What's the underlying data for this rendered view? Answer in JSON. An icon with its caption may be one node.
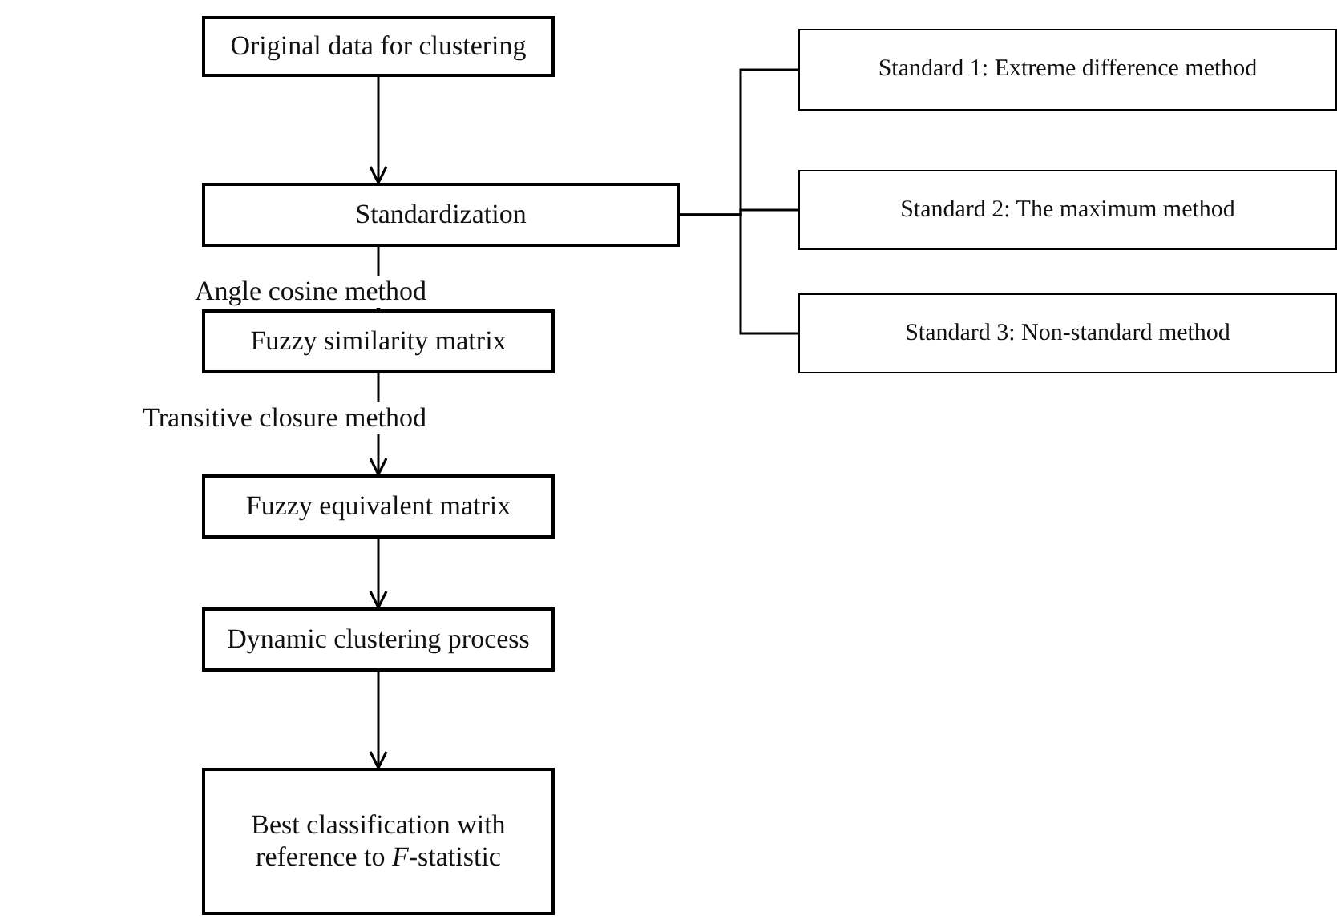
{
  "diagram": {
    "nodes": [
      {
        "text": [
          "Original data for clustering"
        ]
      },
      {
        "text": [
          "Standardization"
        ]
      },
      {
        "text": [
          "Fuzzy similarity matrix"
        ]
      },
      {
        "text": [
          "Fuzzy equivalent matrix"
        ]
      },
      {
        "text": [
          "Dynamic clustering process"
        ]
      },
      {
        "text": [
          "Best classification with reference to *F*-statistic"
        ]
      },
      {
        "text": [
          "Standard 1: Extreme difference method"
        ]
      },
      {
        "text": [
          "Standard 2: The maximum method"
        ]
      },
      {
        "text": [
          "Standard 3: Non-standard method"
        ]
      }
    ],
    "edges": [
      {
        "from": 0,
        "to": 1,
        "arrow": "to"
      },
      {
        "from": 1,
        "to": 2,
        "arrow": "to",
        "label": "Angle cosine method"
      },
      {
        "from": 2,
        "to": 3,
        "arrow": "to",
        "label": "Transitive closure method"
      },
      {
        "from": 3,
        "to": 4,
        "arrow": "to"
      },
      {
        "from": 4,
        "to": 5,
        "arrow": "to"
      },
      {
        "from": 1,
        "to": 6,
        "arrow": "none"
      },
      {
        "from": 1,
        "to": 7,
        "arrow": "none"
      },
      {
        "from": 1,
        "to": 8,
        "arrow": "none"
      }
    ]
  }
}
